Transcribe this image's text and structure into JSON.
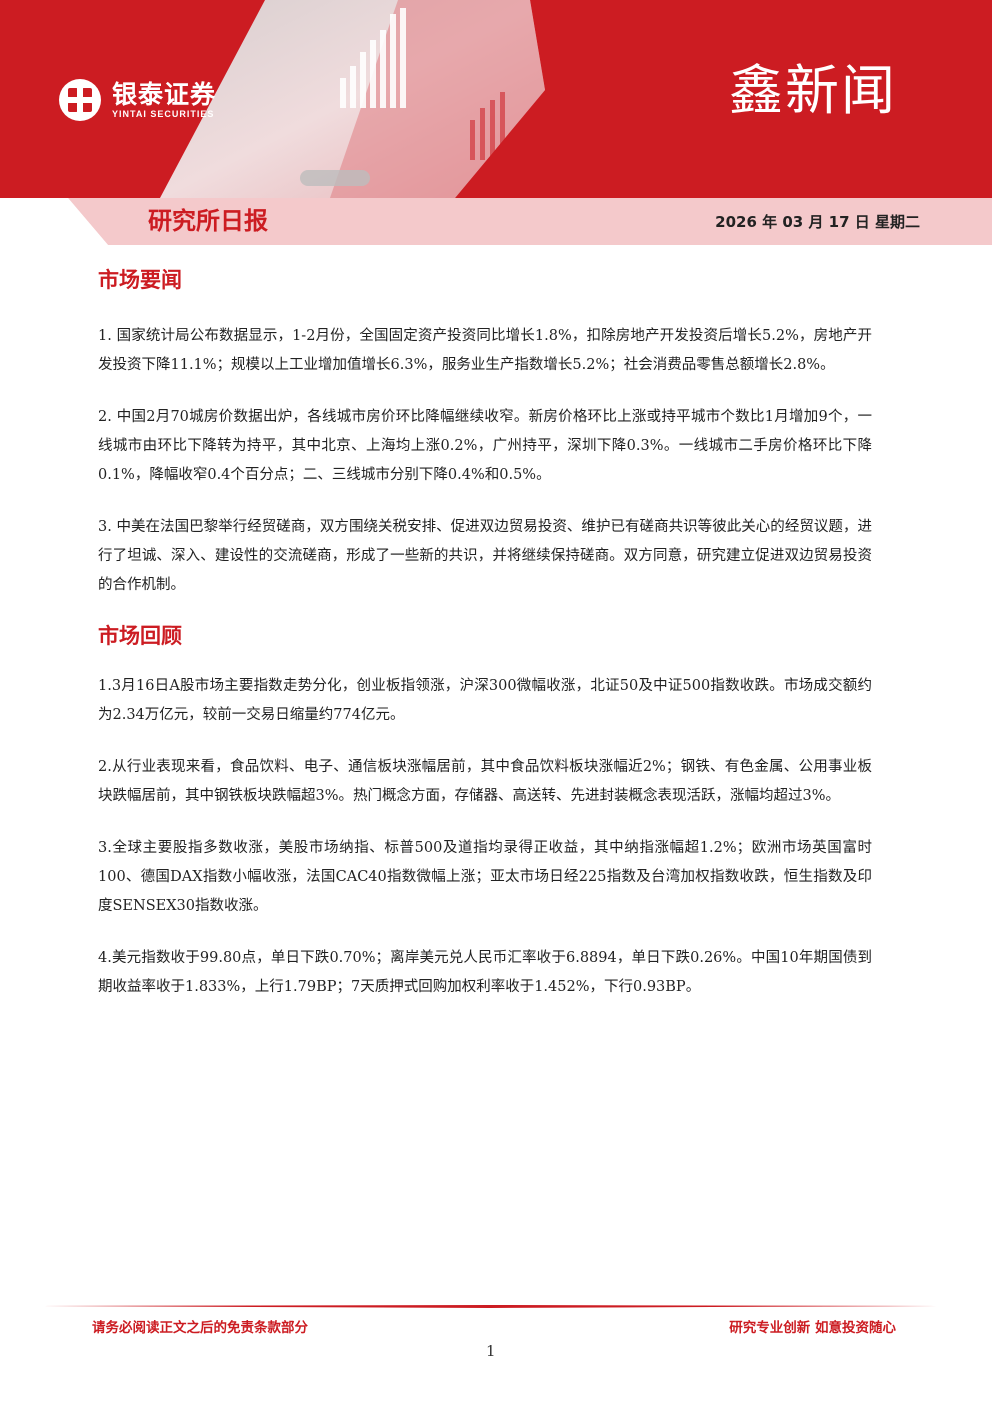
{
  "header": {
    "logo_cn": "银泰证券",
    "logo_en": "YINTAI SECURITIES",
    "brand_title": "鑫新闻",
    "report_type": "研究所日报",
    "date": "2026 年 03 月 17 日  星期二"
  },
  "sections": {
    "news": {
      "title": "市场要闻",
      "paragraphs": [
        "1. 国家统计局公布数据显示，1-2月份，全国固定资产投资同比增长1.8%，扣除房地产开发投资后增长5.2%，房地产开发投资下降11.1%；规模以上工业增加值增长6.3%，服务业生产指数增长5.2%；社会消费品零售总额增长2.8%。",
        "2. 中国2月70城房价数据出炉，各线城市房价环比降幅继续收窄。新房价格环比上涨或持平城市个数比1月增加9个，一线城市由环比下降转为持平，其中北京、上海均上涨0.2%，广州持平，深圳下降0.3%。一线城市二手房价格环比下降0.1%，降幅收窄0.4个百分点；二、三线城市分别下降0.4%和0.5%。",
        "3. 中美在法国巴黎举行经贸磋商，双方围绕关税安排、促进双边贸易投资、维护已有磋商共识等彼此关心的经贸议题，进行了坦诚、深入、建设性的交流磋商，形成了一些新的共识，并将继续保持磋商。双方同意，研究建立促进双边贸易投资的合作机制。"
      ]
    },
    "review": {
      "title": "市场回顾",
      "paragraphs": [
        "1.3月16日A股市场主要指数走势分化，创业板指领涨，沪深300微幅收涨，北证50及中证500指数收跌。市场成交额约为2.34万亿元，较前一交易日缩量约774亿元。",
        "2.从行业表现来看，食品饮料、电子、通信板块涨幅居前，其中食品饮料板块涨幅近2%；钢铁、有色金属、公用事业板块跌幅居前，其中钢铁板块跌幅超3%。热门概念方面，存储器、高送转、先进封装概念表现活跃，涨幅均超过3%。",
        "3.全球主要股指多数收涨，美股市场纳指、标普500及道指均录得正收益，其中纳指涨幅超1.2%；欧洲市场英国富时100、德国DAX指数小幅收涨，法国CAC40指数微幅上涨；亚太市场日经225指数及台湾加权指数收跌，恒生指数及印度SENSEX30指数收涨。",
        "4.美元指数收于99.80点，单日下跌0.70%；离岸美元兑人民币汇率收于6.8894，单日下跌0.26%。中国10年期国债到期收益率收于1.833%，上行1.79BP；7天质押式回购加权利率收于1.452%，下行0.93BP。"
      ]
    }
  },
  "footer": {
    "left": "请务必阅读正文之后的免责条款部分",
    "right": "研究专业创新    如意投资随心",
    "page_number": "1"
  },
  "colors": {
    "brand_red": "#cc1c22",
    "light_pink": "#f4c9cb"
  }
}
